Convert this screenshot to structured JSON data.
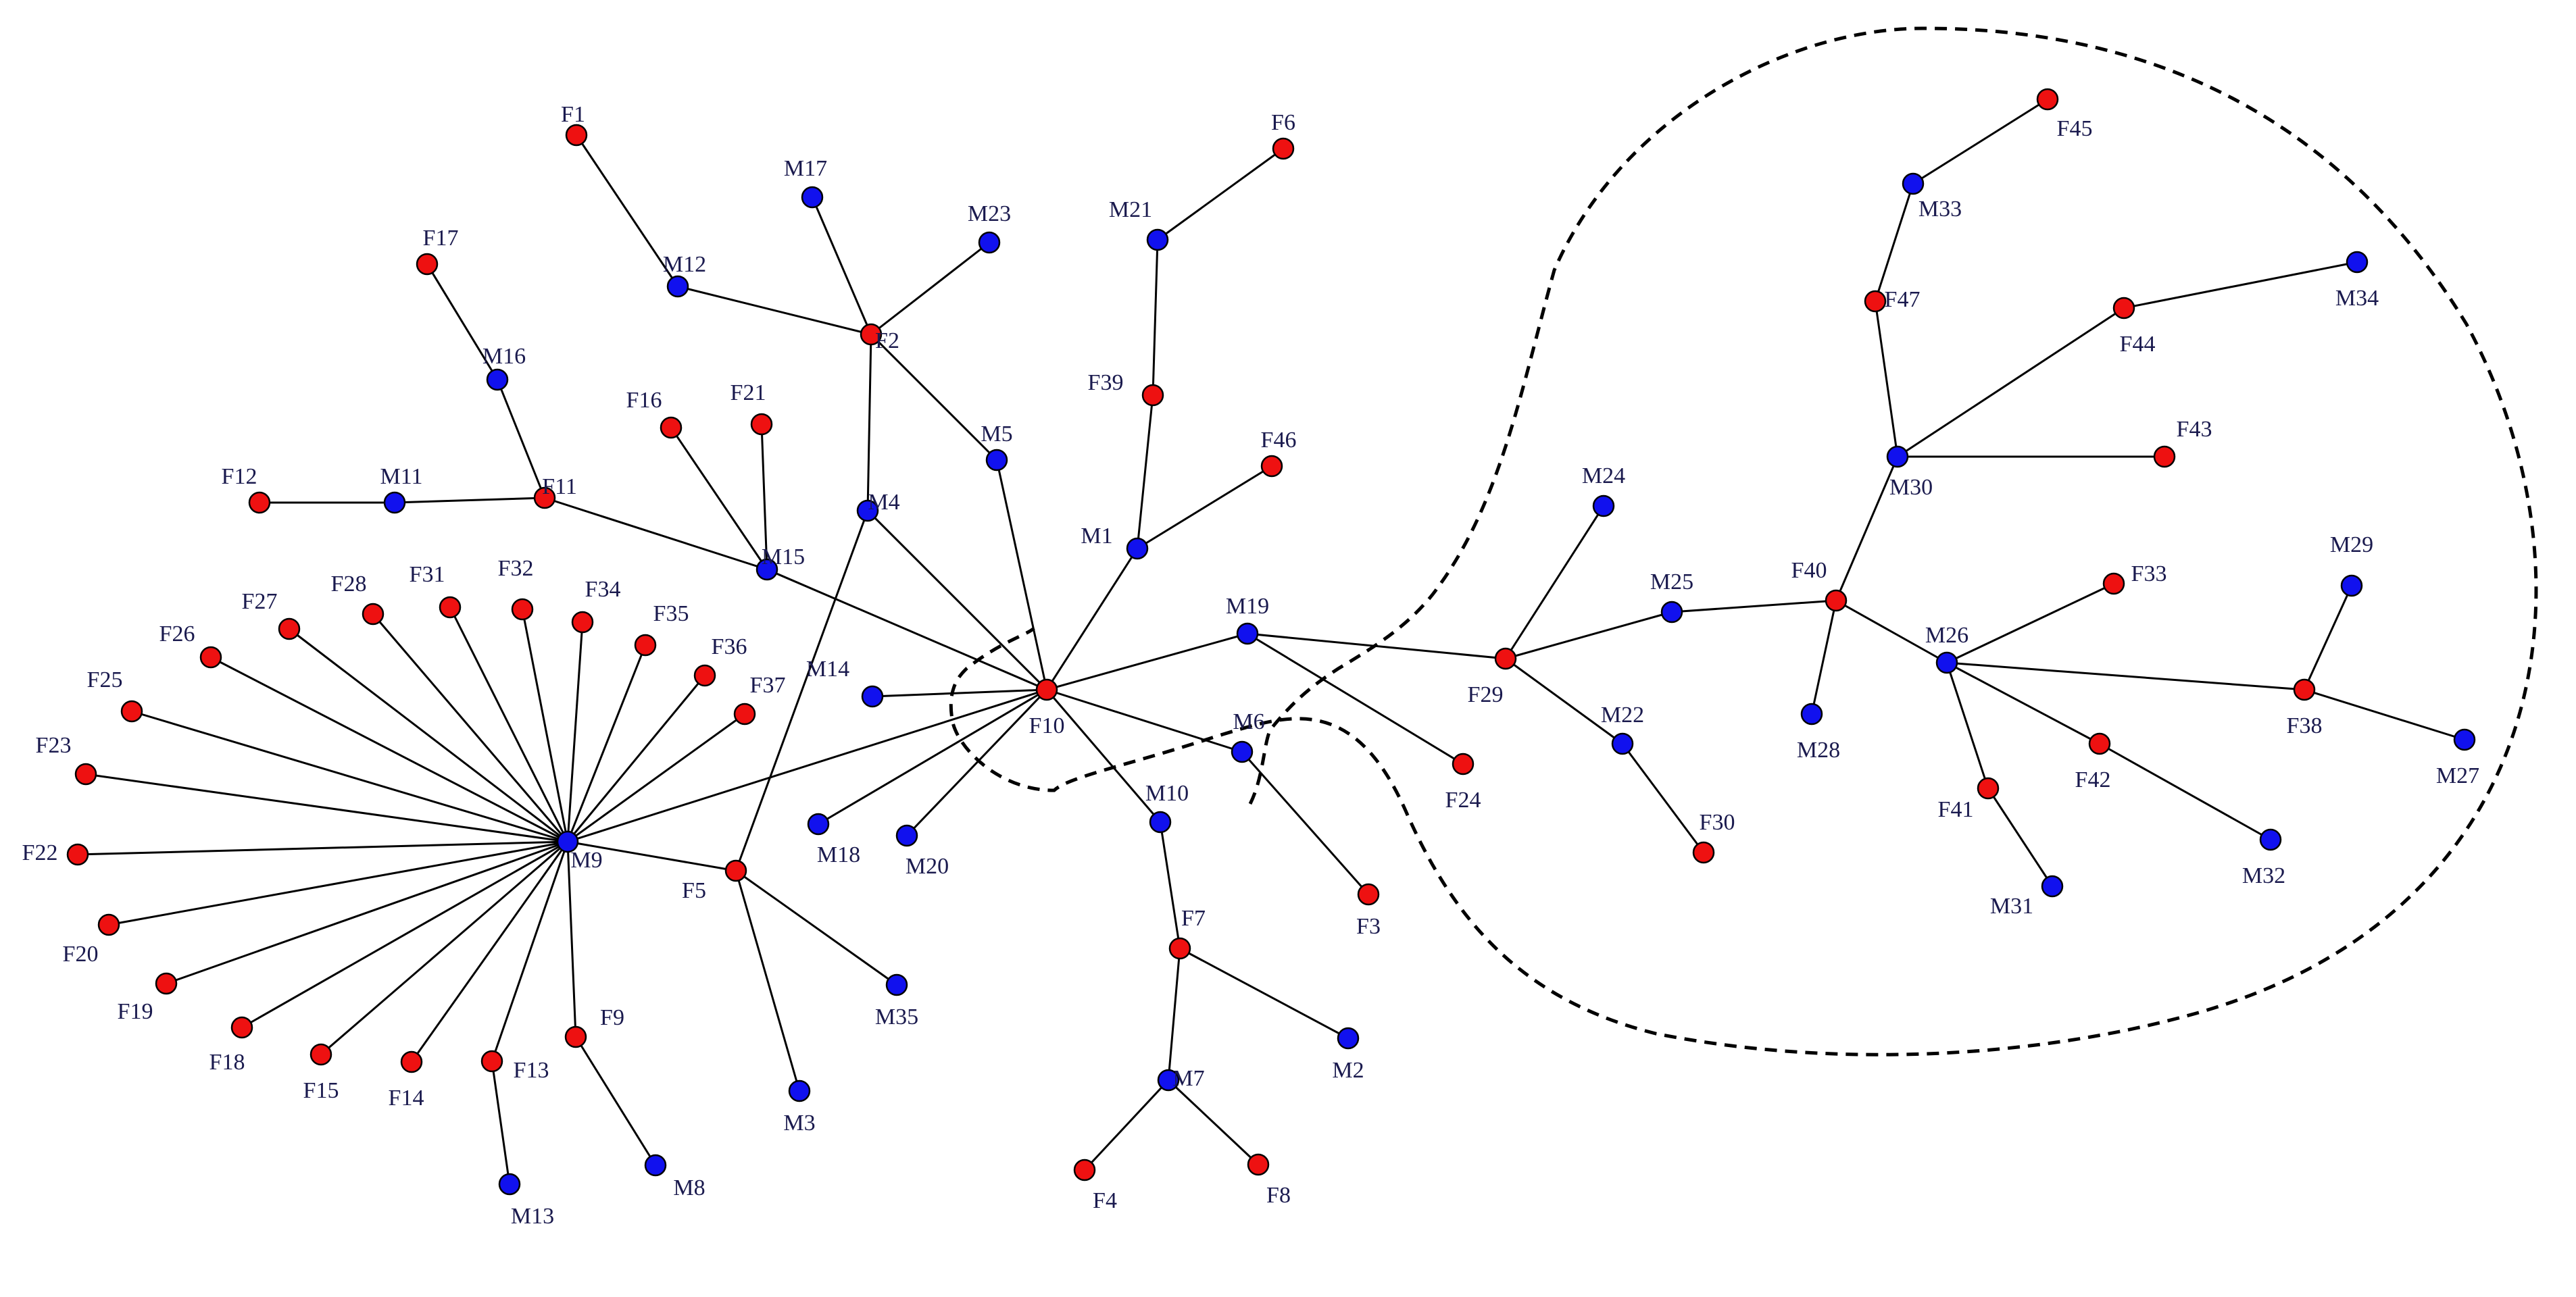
{
  "colors": {
    "female": "#ee1111",
    "male": "#1111ee",
    "edge": "#000000",
    "label": "#1a1a4e"
  },
  "legend_note": "",
  "nodes": [
    {
      "id": "F1",
      "sex": "F"
    },
    {
      "id": "F2",
      "sex": "F"
    },
    {
      "id": "F3",
      "sex": "F"
    },
    {
      "id": "F4",
      "sex": "F"
    },
    {
      "id": "F5",
      "sex": "F"
    },
    {
      "id": "F6",
      "sex": "F"
    },
    {
      "id": "F7",
      "sex": "F"
    },
    {
      "id": "F8",
      "sex": "F"
    },
    {
      "id": "F9",
      "sex": "F"
    },
    {
      "id": "F10",
      "sex": "F"
    },
    {
      "id": "F11",
      "sex": "F"
    },
    {
      "id": "F12",
      "sex": "F"
    },
    {
      "id": "F13",
      "sex": "F"
    },
    {
      "id": "F14",
      "sex": "F"
    },
    {
      "id": "F15",
      "sex": "F"
    },
    {
      "id": "F16",
      "sex": "F"
    },
    {
      "id": "F17",
      "sex": "F"
    },
    {
      "id": "F18",
      "sex": "F"
    },
    {
      "id": "F19",
      "sex": "F"
    },
    {
      "id": "F20",
      "sex": "F"
    },
    {
      "id": "F21",
      "sex": "F"
    },
    {
      "id": "F22",
      "sex": "F"
    },
    {
      "id": "F23",
      "sex": "F"
    },
    {
      "id": "F24",
      "sex": "F"
    },
    {
      "id": "F25",
      "sex": "F"
    },
    {
      "id": "F26",
      "sex": "F"
    },
    {
      "id": "F27",
      "sex": "F"
    },
    {
      "id": "F28",
      "sex": "F"
    },
    {
      "id": "F29",
      "sex": "F"
    },
    {
      "id": "F30",
      "sex": "F"
    },
    {
      "id": "F31",
      "sex": "F"
    },
    {
      "id": "F32",
      "sex": "F"
    },
    {
      "id": "F33",
      "sex": "F"
    },
    {
      "id": "F34",
      "sex": "F"
    },
    {
      "id": "F35",
      "sex": "F"
    },
    {
      "id": "F36",
      "sex": "F"
    },
    {
      "id": "F37",
      "sex": "F"
    },
    {
      "id": "F38",
      "sex": "F"
    },
    {
      "id": "F39",
      "sex": "F"
    },
    {
      "id": "F40",
      "sex": "F"
    },
    {
      "id": "F41",
      "sex": "F"
    },
    {
      "id": "F42",
      "sex": "F"
    },
    {
      "id": "F43",
      "sex": "F"
    },
    {
      "id": "F44",
      "sex": "F"
    },
    {
      "id": "F45",
      "sex": "F"
    },
    {
      "id": "F46",
      "sex": "F"
    },
    {
      "id": "F47",
      "sex": "F"
    },
    {
      "id": "M1",
      "sex": "M"
    },
    {
      "id": "M2",
      "sex": "M"
    },
    {
      "id": "M3",
      "sex": "M"
    },
    {
      "id": "M4",
      "sex": "M"
    },
    {
      "id": "M5",
      "sex": "M"
    },
    {
      "id": "M6",
      "sex": "M"
    },
    {
      "id": "M7",
      "sex": "M"
    },
    {
      "id": "M8",
      "sex": "M"
    },
    {
      "id": "M9",
      "sex": "M"
    },
    {
      "id": "M10",
      "sex": "M"
    },
    {
      "id": "M11",
      "sex": "M"
    },
    {
      "id": "M12",
      "sex": "M"
    },
    {
      "id": "M13",
      "sex": "M"
    },
    {
      "id": "M14",
      "sex": "M"
    },
    {
      "id": "M15",
      "sex": "M"
    },
    {
      "id": "M16",
      "sex": "M"
    },
    {
      "id": "M17",
      "sex": "M"
    },
    {
      "id": "M18",
      "sex": "M"
    },
    {
      "id": "M19",
      "sex": "M"
    },
    {
      "id": "M20",
      "sex": "M"
    },
    {
      "id": "M21",
      "sex": "M"
    },
    {
      "id": "M22",
      "sex": "M"
    },
    {
      "id": "M23",
      "sex": "M"
    },
    {
      "id": "M24",
      "sex": "M"
    },
    {
      "id": "M25",
      "sex": "M"
    },
    {
      "id": "M26",
      "sex": "M"
    },
    {
      "id": "M27",
      "sex": "M"
    },
    {
      "id": "M28",
      "sex": "M"
    },
    {
      "id": "M29",
      "sex": "M"
    },
    {
      "id": "M30",
      "sex": "M"
    },
    {
      "id": "M31",
      "sex": "M"
    },
    {
      "id": "M32",
      "sex": "M"
    },
    {
      "id": "M33",
      "sex": "M"
    },
    {
      "id": "M34",
      "sex": "M"
    },
    {
      "id": "M35",
      "sex": "M"
    }
  ],
  "edges": [
    [
      "F1",
      "M12"
    ],
    [
      "M12",
      "F2"
    ],
    [
      "M17",
      "F2"
    ],
    [
      "M23",
      "F2"
    ],
    [
      "F2",
      "M4"
    ],
    [
      "F2",
      "M5"
    ],
    [
      "F17",
      "M16"
    ],
    [
      "M16",
      "F11"
    ],
    [
      "F12",
      "M11"
    ],
    [
      "M11",
      "F11"
    ],
    [
      "F11",
      "M15"
    ],
    [
      "F16",
      "M15"
    ],
    [
      "F21",
      "M15"
    ],
    [
      "M15",
      "F10"
    ],
    [
      "M4",
      "F10"
    ],
    [
      "M4",
      "F5"
    ],
    [
      "M5",
      "F10"
    ],
    [
      "F6",
      "M21"
    ],
    [
      "M21",
      "F39"
    ],
    [
      "F39",
      "M1"
    ],
    [
      "M1",
      "F46"
    ],
    [
      "M1",
      "F10"
    ],
    [
      "M14",
      "F10"
    ],
    [
      "M18",
      "F10"
    ],
    [
      "M20",
      "F10"
    ],
    [
      "M9",
      "F10"
    ],
    [
      "M10",
      "F10"
    ],
    [
      "M6",
      "F10"
    ],
    [
      "M19",
      "F10"
    ],
    [
      "M6",
      "F3"
    ],
    [
      "M10",
      "F7"
    ],
    [
      "F7",
      "M2"
    ],
    [
      "F7",
      "M7"
    ],
    [
      "M7",
      "F4"
    ],
    [
      "M7",
      "F8"
    ],
    [
      "M19",
      "F24"
    ],
    [
      "M19",
      "F29"
    ],
    [
      "F29",
      "M24"
    ],
    [
      "F29",
      "M25"
    ],
    [
      "F29",
      "M22"
    ],
    [
      "M22",
      "F30"
    ],
    [
      "M25",
      "F40"
    ],
    [
      "F40",
      "M28"
    ],
    [
      "F40",
      "M30"
    ],
    [
      "F40",
      "M26"
    ],
    [
      "M30",
      "F47"
    ],
    [
      "F47",
      "M33"
    ],
    [
      "M33",
      "F45"
    ],
    [
      "M30",
      "F44"
    ],
    [
      "F44",
      "M34"
    ],
    [
      "M30",
      "F43"
    ],
    [
      "M26",
      "F33"
    ],
    [
      "M26",
      "F38"
    ],
    [
      "M26",
      "F42"
    ],
    [
      "M26",
      "F41"
    ],
    [
      "F41",
      "M31"
    ],
    [
      "F42",
      "M32"
    ],
    [
      "F38",
      "M29"
    ],
    [
      "F38",
      "M27"
    ],
    [
      "M9",
      "F26"
    ],
    [
      "M9",
      "F27"
    ],
    [
      "M9",
      "F28"
    ],
    [
      "M9",
      "F31"
    ],
    [
      "M9",
      "F32"
    ],
    [
      "M9",
      "F34"
    ],
    [
      "M9",
      "F35"
    ],
    [
      "M9",
      "F36"
    ],
    [
      "M9",
      "F37"
    ],
    [
      "M9",
      "F25"
    ],
    [
      "M9",
      "F23"
    ],
    [
      "M9",
      "F22"
    ],
    [
      "M9",
      "F20"
    ],
    [
      "M9",
      "F19"
    ],
    [
      "M9",
      "F18"
    ],
    [
      "M9",
      "F15"
    ],
    [
      "M9",
      "F14"
    ],
    [
      "M9",
      "F13"
    ],
    [
      "M9",
      "F9"
    ],
    [
      "M9",
      "F5"
    ],
    [
      "F5",
      "M35"
    ],
    [
      "F5",
      "M3"
    ],
    [
      "F13",
      "M13"
    ],
    [
      "F9",
      "M8"
    ]
  ]
}
